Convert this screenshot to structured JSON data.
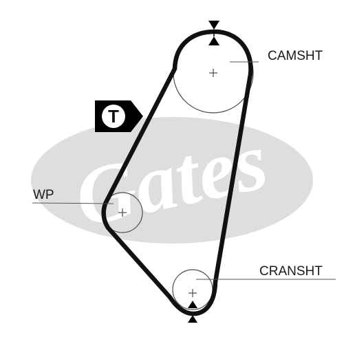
{
  "labels": {
    "camshaft": "CAMSHT",
    "water_pump": "WP",
    "crankshaft": "CRANSHT",
    "tensioner": "T"
  },
  "watermark": {
    "text": "Gates"
  },
  "colors": {
    "belt": "#111111",
    "pulley_outline": "#4a4a4a",
    "leader_line": "#555555",
    "watermark": "#dedede",
    "marker_fill": "#000000"
  },
  "icons": {
    "tensioner": "tensioner-callout-icon",
    "timing_marks": "triangle-marker-icon",
    "pulley_centers": "crosshair-icon"
  }
}
